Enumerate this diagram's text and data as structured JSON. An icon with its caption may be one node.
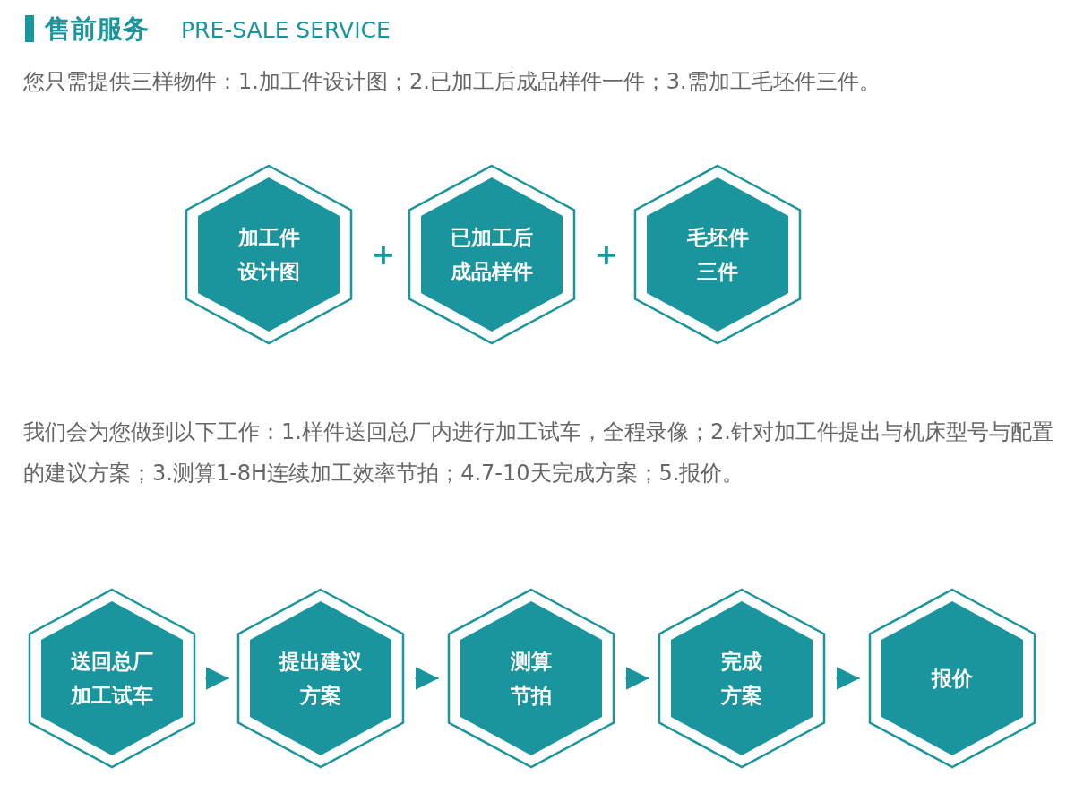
{
  "diagram": {
    "title": "售前服务",
    "nodes": [
      {
        "text": [
          "加工件设计图"
        ]
      },
      {
        "text": [
          "已加工后成品样件"
        ]
      },
      {
        "text": [
          "毛坯件三件"
        ]
      },
      {
        "text": [
          "送回总厂加工试车"
        ]
      },
      {
        "text": [
          "提出建议方案"
        ]
      },
      {
        "text": [
          "测算节拍"
        ]
      },
      {
        "text": [
          "完成方案"
        ]
      },
      {
        "text": [
          "报价"
        ]
      }
    ],
    "edges": [
      {
        "from": 3,
        "to": 4,
        "arrow": "to"
      },
      {
        "from": 4,
        "to": 5,
        "arrow": "to"
      },
      {
        "from": 5,
        "to": 6,
        "arrow": "to"
      },
      {
        "from": 6,
        "to": 7,
        "arrow": "to"
      }
    ],
    "labels": [
      "PRE-SALE SERVICE",
      "您只需提供三样物件：1.加工件设计图；2.已加工后成品样件一件；3.需加工毛坯件三件。",
      "+",
      "+",
      "我们会为您做到以下工作：1.样件送回总厂内进行加工试车，全程录像；2.针对加工件提出与机床型号与配置的建议方案；3.测算1-8H连续加工效率节拍；4.7-10天完成方案；5.报价。"
    ]
  }
}
